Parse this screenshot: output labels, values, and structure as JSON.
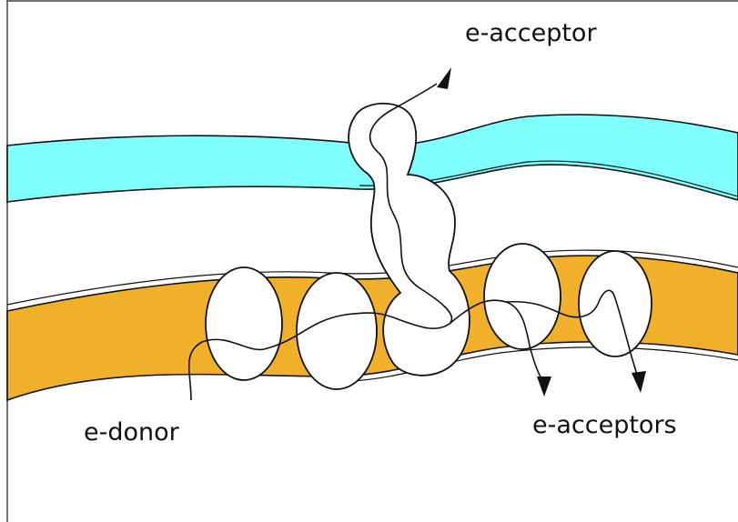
{
  "diagram": {
    "labels": {
      "top_acceptor": "e-acceptor",
      "donor": "e-donor",
      "acceptors": "e-acceptors"
    },
    "colors": {
      "outer_membrane": "#80ffff",
      "inner_membrane": "#f0b02a",
      "protein_fill": "#ffffff",
      "stroke": "#111111"
    },
    "shapes": [
      "outer-membrane-band",
      "inner-membrane-band",
      "protein-complex",
      "electron-path",
      "arrow-icon"
    ]
  }
}
